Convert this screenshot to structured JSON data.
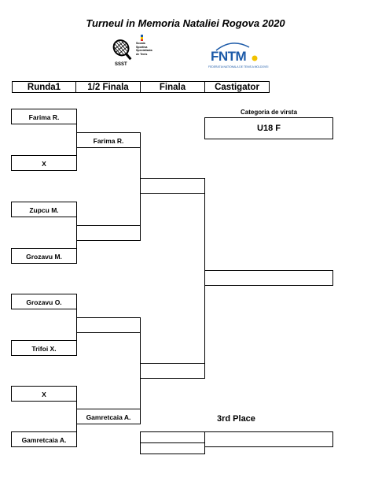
{
  "title": "Turneul in Memoria Nataliei Rogova 2020",
  "logos": {
    "left_text": [
      "Scoala",
      "Sportiva",
      "Specializata",
      "de Tenis"
    ],
    "left_sub": "SSST",
    "right_word": "FNTM",
    "right_tag": "FEDERATIA NATIONALA DE TENIS A MOLDOVEI"
  },
  "headers": [
    "Runda1",
    "1/2 Finala",
    "Finala",
    "Castigator"
  ],
  "round1": [
    "Farima R.",
    "X",
    "Zupcu M.",
    "Grozavu M.",
    "Grozavu O.",
    "Trifoi X.",
    "X",
    "Gamretcaia A."
  ],
  "semifinals": [
    "Farima R.",
    "",
    "",
    "Gamretcaia A."
  ],
  "finals": [
    "",
    ""
  ],
  "winner": "",
  "category": {
    "label": "Categoria de virsta",
    "value": "U18 F"
  },
  "third_place": {
    "label": "3rd Place",
    "slots": [
      "",
      ""
    ]
  }
}
